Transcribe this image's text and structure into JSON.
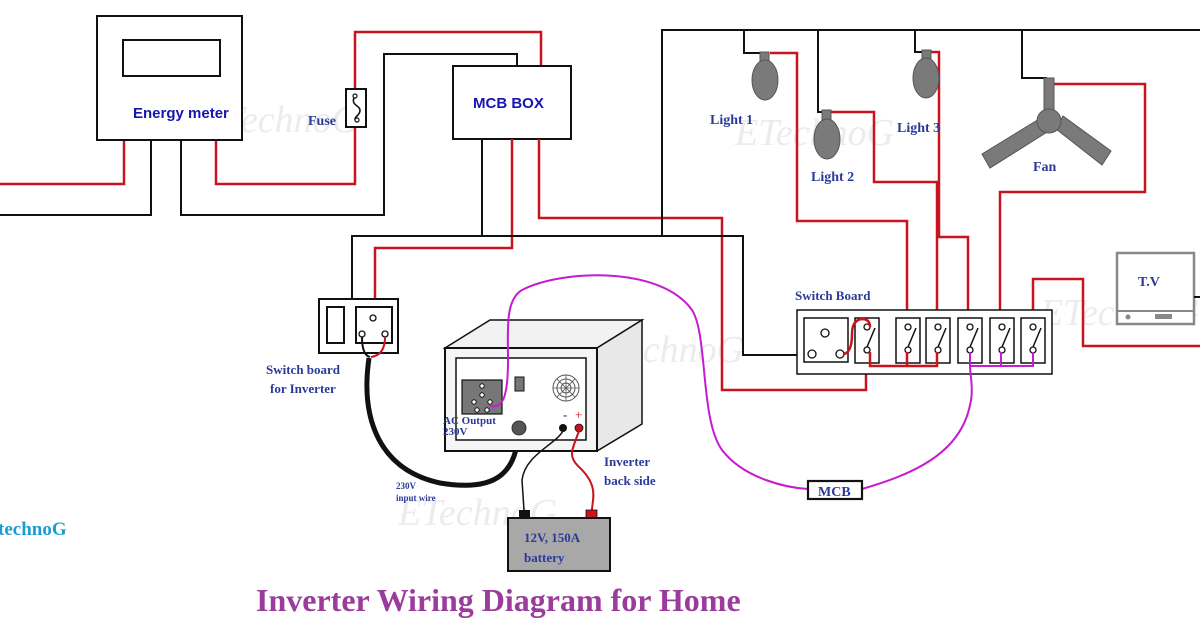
{
  "diagram": {
    "title": "Inverter Wiring Diagram for Home",
    "brand": "technoG",
    "watermark": "ETechnoG",
    "colors": {
      "phase_wire": "#c8141e",
      "neutral_wire": "#111111",
      "inverter_output_wire": "#c51ccf",
      "label_text": "#2b3a9a",
      "title_text": "#9b3b9b",
      "brand_text": "#1a9ed0",
      "appliance_grey": "#7a7a7a"
    },
    "components": {
      "energy_meter": "Energy meter",
      "fuse": "Fuse",
      "mcb_box": "MCB BOX",
      "light1": "Light 1",
      "light2": "Light 2",
      "light3": "Light 3",
      "fan": "Fan",
      "tv": "T.V",
      "switch_board": "Switch Board",
      "inverter_switch_board_line1": "Switch board",
      "inverter_switch_board_line2": "for Inverter",
      "ac_output_line1": "AC Output",
      "ac_output_line2": "230V",
      "input_wire_line1": "230V",
      "input_wire_line2": "input wire",
      "inverter_back_line1": "Inverter",
      "inverter_back_line2": "back side",
      "battery_line1": "12V, 150A",
      "battery_line2": "battery",
      "mcb": "MCB",
      "terminal_minus": "-",
      "terminal_plus": "+"
    },
    "switch_board_switch_count": 6
  }
}
